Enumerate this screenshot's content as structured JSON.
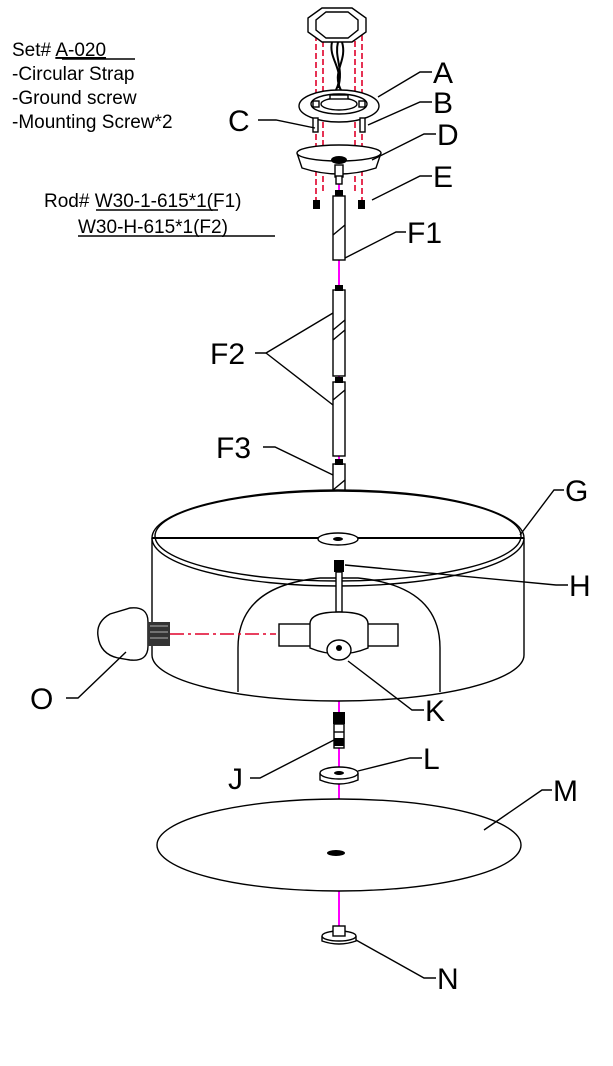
{
  "set_info": {
    "prefix": "Set# ",
    "code": "A-020",
    "items": [
      "-Circular Strap",
      "-Ground screw",
      "-Mounting Screw*2"
    ]
  },
  "rod_info": {
    "prefix": "Rod# ",
    "line1_code": "W30-1-615*1",
    "line1_suffix": "(F1)",
    "line2_code": "W30-H-615*1",
    "line2_suffix": "(F2)"
  },
  "labels": {
    "A": "A",
    "B": "B",
    "C": "C",
    "D": "D",
    "E": "E",
    "F1": "F1",
    "F2": "F2",
    "F3": "F3",
    "G": "G",
    "H": "H",
    "K": "K",
    "O": "O",
    "J": "J",
    "L": "L",
    "M": "M",
    "N": "N"
  }
}
